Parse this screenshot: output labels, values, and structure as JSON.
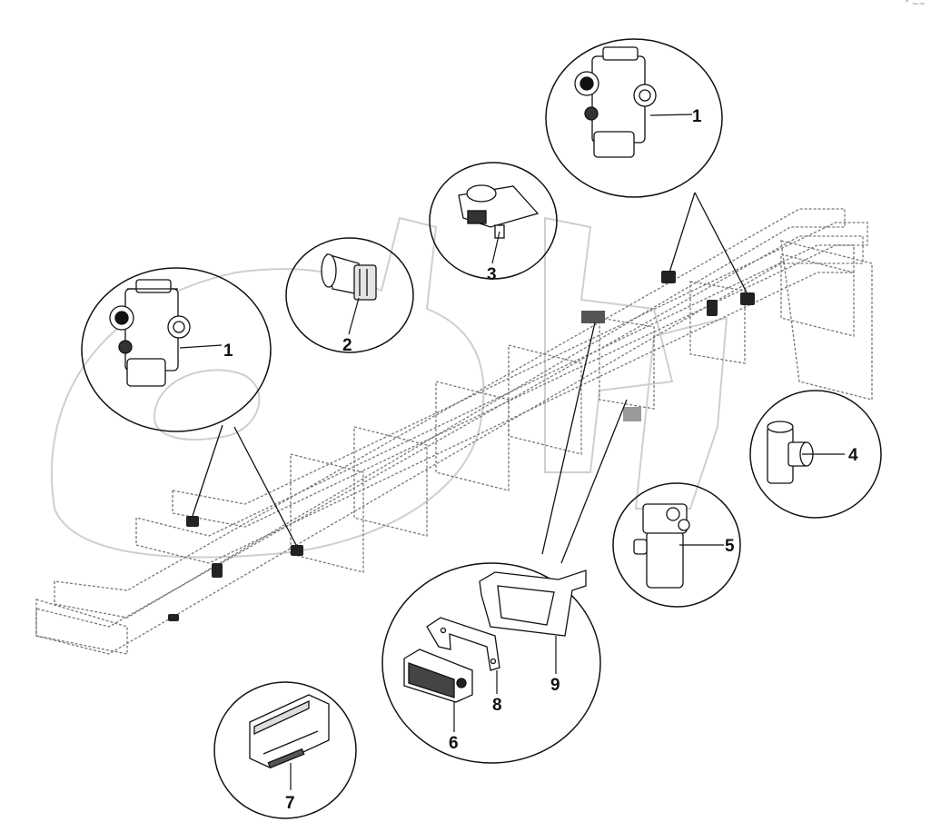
{
  "diagram": {
    "callouts": {
      "c1a": "1",
      "c1b": "1",
      "c2": "2",
      "c3": "3",
      "c4": "4",
      "c5": "5",
      "c6": "6",
      "c7": "7",
      "c8": "8",
      "c9": "9"
    },
    "corner_mark": "˄ ~~"
  }
}
